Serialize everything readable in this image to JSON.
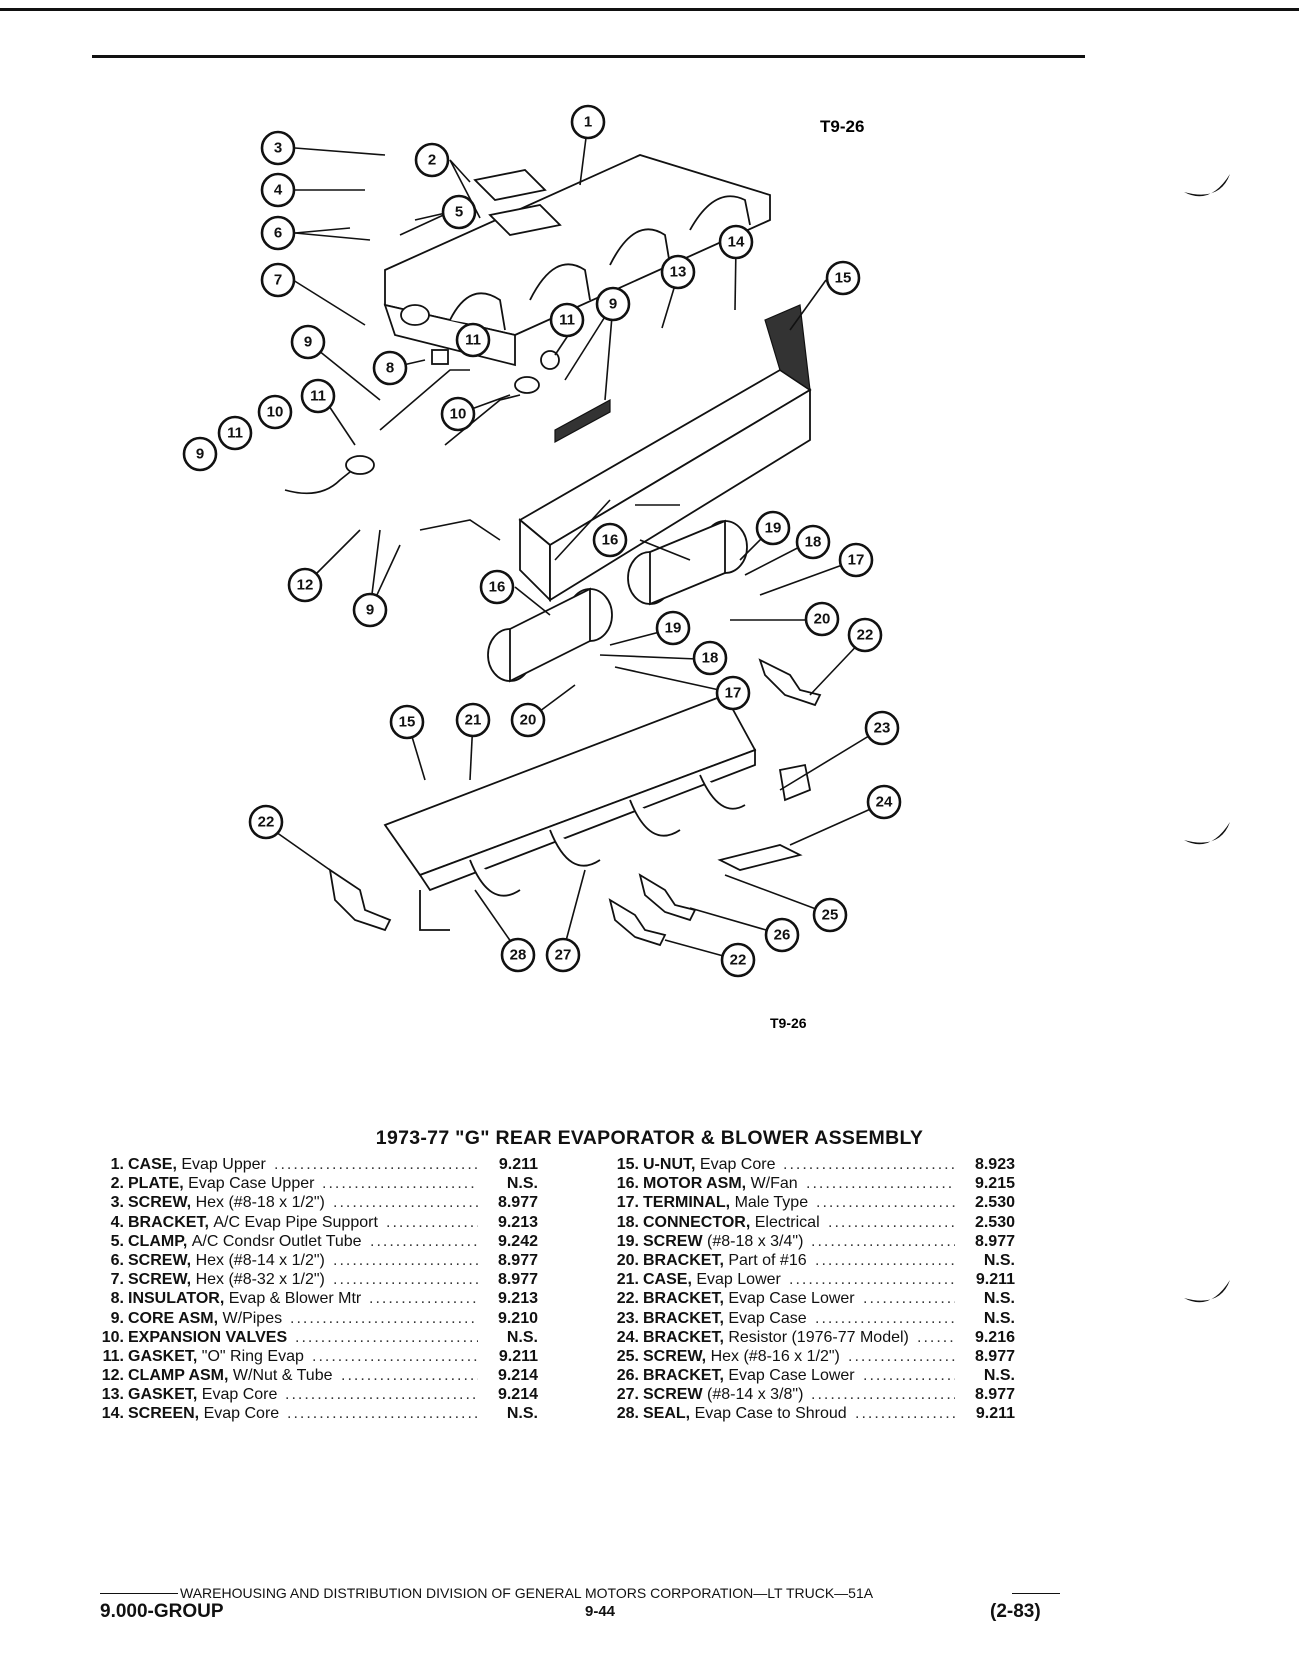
{
  "figure": {
    "tag_top": "T9-26",
    "tag_bottom": "T9-26",
    "callouts": [
      "1",
      "2",
      "3",
      "4",
      "5",
      "6",
      "7",
      "8",
      "9",
      "9",
      "9",
      "9",
      "9",
      "10",
      "10",
      "11",
      "11",
      "11",
      "11",
      "12",
      "13",
      "14",
      "15",
      "15",
      "16",
      "16",
      "17",
      "17",
      "18",
      "18",
      "19",
      "19",
      "20",
      "20",
      "21",
      "22",
      "22",
      "22",
      "23",
      "24",
      "25",
      "26",
      "27",
      "28"
    ]
  },
  "title": "1973-77 \"G\" REAR EVAPORATOR & BLOWER ASSEMBLY",
  "parts_left": [
    {
      "num": "1.",
      "name": "CASE,",
      "desc": "Evap Upper",
      "ref": "9.211"
    },
    {
      "num": "2.",
      "name": "PLATE,",
      "desc": "Evap Case Upper",
      "ref": "N.S."
    },
    {
      "num": "3.",
      "name": "SCREW,",
      "desc": "Hex (#8-18 x 1/2\")",
      "ref": "8.977"
    },
    {
      "num": "4.",
      "name": "BRACKET,",
      "desc": "A/C Evap Pipe Support",
      "ref": "9.213"
    },
    {
      "num": "5.",
      "name": "CLAMP,",
      "desc": "A/C Condsr Outlet Tube",
      "ref": "9.242"
    },
    {
      "num": "6.",
      "name": "SCREW,",
      "desc": "Hex (#8-14 x 1/2\")",
      "ref": "8.977"
    },
    {
      "num": "7.",
      "name": "SCREW,",
      "desc": "Hex (#8-32 x 1/2\")",
      "ref": "8.977"
    },
    {
      "num": "8.",
      "name": "INSULATOR,",
      "desc": "Evap & Blower Mtr",
      "ref": "9.213"
    },
    {
      "num": "9.",
      "name": "CORE ASM,",
      "desc": "W/Pipes",
      "ref": "9.210"
    },
    {
      "num": "10.",
      "name": "EXPANSION VALVES",
      "desc": "",
      "ref": "N.S."
    },
    {
      "num": "11.",
      "name": "GASKET,",
      "desc": "\"O\" Ring Evap",
      "ref": "9.211"
    },
    {
      "num": "12.",
      "name": "CLAMP ASM,",
      "desc": "W/Nut & Tube",
      "ref": "9.214"
    },
    {
      "num": "13.",
      "name": "GASKET,",
      "desc": "Evap Core",
      "ref": "9.214"
    },
    {
      "num": "14.",
      "name": "SCREEN,",
      "desc": "Evap Core",
      "ref": "N.S."
    }
  ],
  "parts_right": [
    {
      "num": "15.",
      "name": "U-NUT,",
      "desc": "Evap Core",
      "ref": "8.923"
    },
    {
      "num": "16.",
      "name": "MOTOR ASM,",
      "desc": "W/Fan",
      "ref": "9.215"
    },
    {
      "num": "17.",
      "name": "TERMINAL,",
      "desc": "Male Type",
      "ref": "2.530"
    },
    {
      "num": "18.",
      "name": "CONNECTOR,",
      "desc": "Electrical",
      "ref": "2.530"
    },
    {
      "num": "19.",
      "name": "SCREW",
      "desc": "(#8-18 x 3/4\")",
      "ref": "8.977"
    },
    {
      "num": "20.",
      "name": "BRACKET,",
      "desc": "Part of #16",
      "ref": "N.S."
    },
    {
      "num": "21.",
      "name": "CASE,",
      "desc": "Evap Lower",
      "ref": "9.211"
    },
    {
      "num": "22.",
      "name": "BRACKET,",
      "desc": "Evap Case Lower",
      "ref": "N.S."
    },
    {
      "num": "23.",
      "name": "BRACKET,",
      "desc": "Evap Case",
      "ref": "N.S."
    },
    {
      "num": "24.",
      "name": "BRACKET,",
      "desc": "Resistor (1976-77 Model)",
      "ref": "9.216"
    },
    {
      "num": "25.",
      "name": "SCREW,",
      "desc": "Hex (#8-16 x 1/2\")",
      "ref": "8.977"
    },
    {
      "num": "26.",
      "name": "BRACKET,",
      "desc": "Evap Case Lower",
      "ref": "N.S."
    },
    {
      "num": "27.",
      "name": "SCREW",
      "desc": "(#8-14 x 3/8\")",
      "ref": "8.977"
    },
    {
      "num": "28.",
      "name": "SEAL,",
      "desc": "Evap Case to Shroud",
      "ref": "9.211"
    }
  ],
  "footer": {
    "line": "WAREHOUSING AND DISTRIBUTION DIVISION OF GENERAL MOTORS CORPORATION—LT TRUCK—51A",
    "group": "9.000-GROUP",
    "page": "9-44",
    "date": "(2-83)"
  }
}
